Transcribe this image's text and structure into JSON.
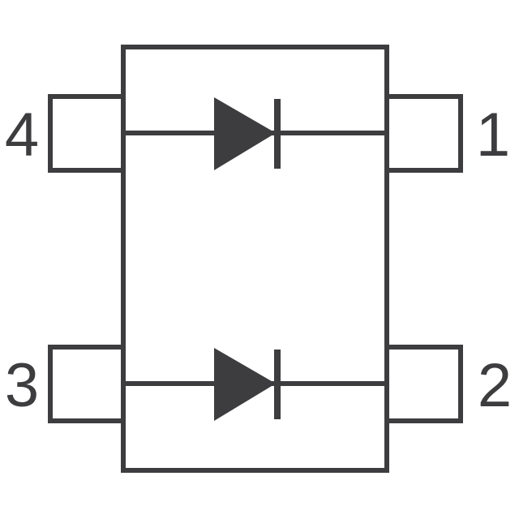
{
  "diagram": {
    "stroke_color": "#3d3d3f",
    "pins": {
      "pin1": "1",
      "pin2": "2",
      "pin3": "3",
      "pin4": "4"
    }
  }
}
